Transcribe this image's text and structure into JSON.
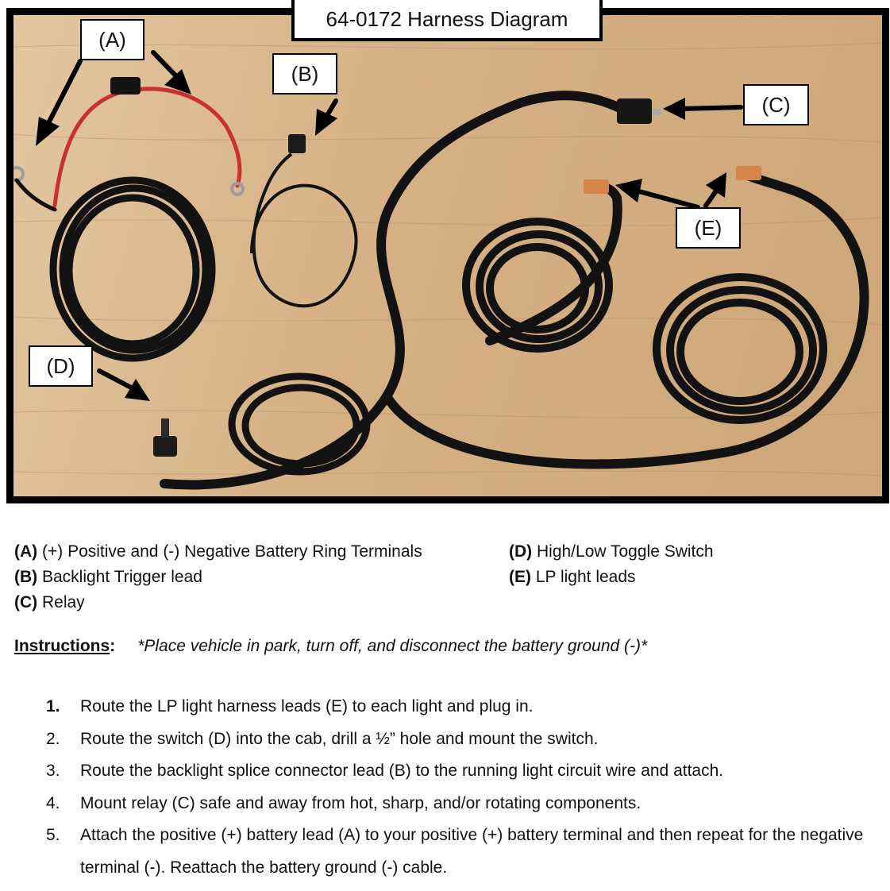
{
  "title": "64-0172 Harness Diagram",
  "callouts": {
    "a": "(A)",
    "b": "(B)",
    "c": "(C)",
    "d": "(D)",
    "e": "(E)"
  },
  "legend": {
    "left": [
      {
        "code": "(A)",
        "text": " (+) Positive and (-) Negative Battery Ring Terminals"
      },
      {
        "code": "(B)",
        "text": " Backlight Trigger lead"
      },
      {
        "code": "(C)",
        "text": " Relay"
      }
    ],
    "right": [
      {
        "code": "(D)",
        "text": " High/Low Toggle Switch"
      },
      {
        "code": "(E)",
        "text": " LP light leads"
      }
    ]
  },
  "instructions": {
    "label": "Instructions",
    "colon": ":",
    "note": "*Place vehicle in park, turn off, and disconnect the battery ground (-)*",
    "steps": [
      {
        "num": "1.",
        "text": "Route the LP light harness leads (E) to each light and plug in."
      },
      {
        "num": "2.",
        "text": "Route the switch (D) into the cab, drill a ½” hole and mount the switch."
      },
      {
        "num": "3.",
        "text": "Route the backlight splice connector lead (B) to the running light circuit wire and attach."
      },
      {
        "num": "4.",
        "text": "Mount relay (C) safe and away from hot, sharp, and/or rotating components."
      },
      {
        "num": "5.",
        "text": "Attach the positive (+) battery lead (A) to your positive (+) battery terminal and then repeat for the negative terminal (-). Reattach the battery ground (-) cable."
      }
    ]
  },
  "colors": {
    "wood": "#d9b58a",
    "cable": "#121212",
    "red_lead": "#d8383c"
  }
}
